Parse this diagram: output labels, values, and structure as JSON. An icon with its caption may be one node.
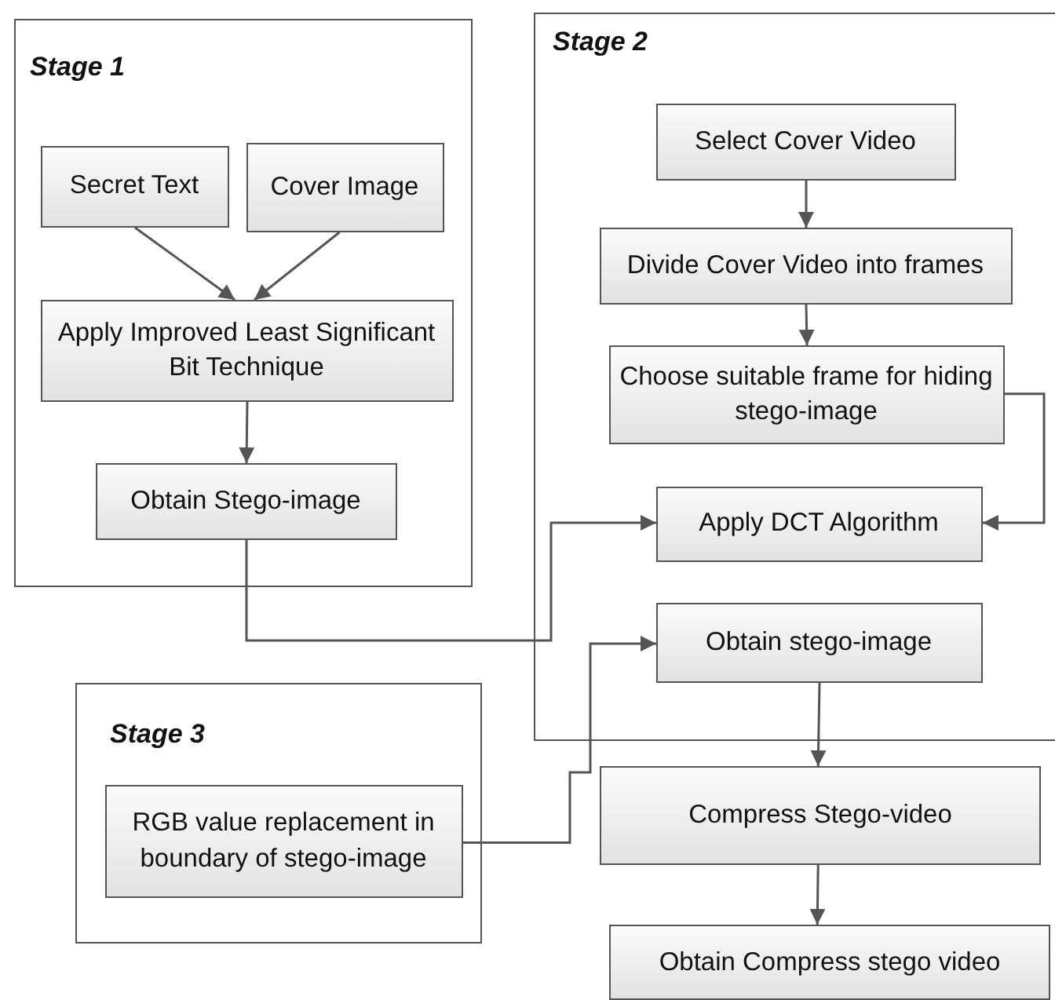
{
  "diagram": {
    "nodes": [
      {
        "text": [
          "Stage 1"
        ]
      },
      {
        "text": [
          "Secret Text"
        ],
        "in": 0
      },
      {
        "text": [
          "Cover Image"
        ],
        "in": 0
      },
      {
        "text": [
          "Apply Improved Least Significant Bit Technique"
        ],
        "in": 0
      },
      {
        "text": [
          "Obtain Stego-image"
        ],
        "in": 0
      },
      {
        "text": [
          "Stage 2"
        ]
      },
      {
        "text": [
          "Select Cover Video"
        ],
        "in": 5
      },
      {
        "text": [
          "Divide Cover Video into frames"
        ],
        "in": 5
      },
      {
        "text": [
          "Choose suitable frame for hiding stego-image"
        ],
        "in": 5
      },
      {
        "text": [
          "Apply DCT Algorithm"
        ],
        "in": 5
      },
      {
        "text": [
          "Obtain stego-image"
        ],
        "in": 5
      },
      {
        "text": [
          "Stage 3"
        ]
      },
      {
        "text": [
          "RGB value replacement in boundary of stego-image"
        ],
        "in": 11
      },
      {
        "text": [
          "Compress Stego-video"
        ]
      },
      {
        "text": [
          "Obtain Compress stego video"
        ]
      }
    ],
    "edges": [
      {
        "from": 1,
        "to": 3,
        "arrow": "to"
      },
      {
        "from": 2,
        "to": 3,
        "arrow": "to"
      },
      {
        "from": 3,
        "to": 4,
        "arrow": "to"
      },
      {
        "from": 4,
        "to": 9,
        "arrow": "to"
      },
      {
        "from": 6,
        "to": 7,
        "arrow": "to"
      },
      {
        "from": 7,
        "to": 8,
        "arrow": "to"
      },
      {
        "from": 8,
        "to": 9,
        "arrow": "to"
      },
      {
        "from": 12,
        "to": 10,
        "arrow": "to"
      },
      {
        "from": 10,
        "to": 13,
        "arrow": "to"
      },
      {
        "from": 13,
        "to": 14,
        "arrow": "to"
      }
    ]
  }
}
